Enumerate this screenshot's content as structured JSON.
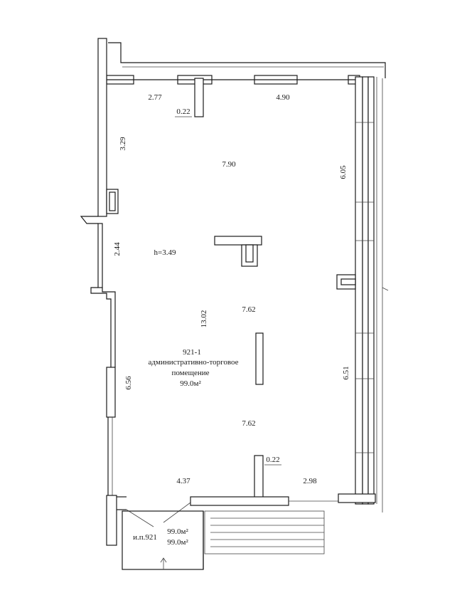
{
  "room": {
    "number": "921-1",
    "purpose_line1": "административно-торговое",
    "purpose_line2": "помещение",
    "area": "99.0м²",
    "height": "h=3.49"
  },
  "dimensions": {
    "top_left_width": "2.77",
    "top_right_width": "4.90",
    "column_top": "0.22",
    "upper_room_width": "7.90",
    "left_upper": "3.29",
    "right_upper": "6.05",
    "left_middle": "2.44",
    "middle_width": "7.62",
    "total_length": "13.02",
    "left_lower": "6.56",
    "right_lower": "6.51",
    "lower_width": "7.62",
    "column_bottom": "0.22",
    "bottom_left_width": "4.37",
    "bottom_right_width": "2.98"
  },
  "summary": {
    "label": "и.п.921",
    "area_1": "99.0м²",
    "area_2": "99.0м²"
  }
}
